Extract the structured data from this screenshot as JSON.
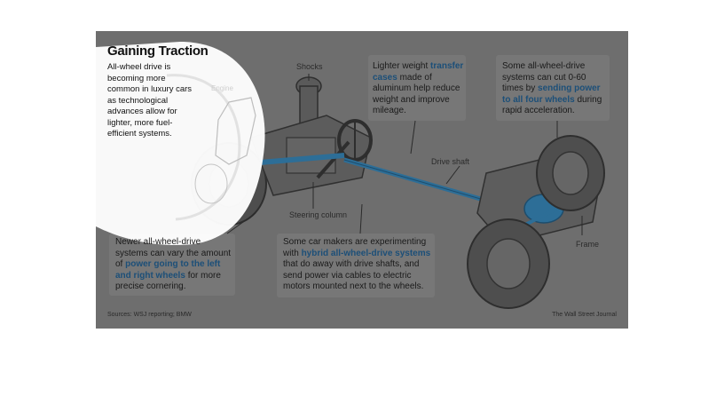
{
  "title": "Gaining Traction",
  "intro": "All-wheel drive is becoming more common in luxury cars as technological advances allow for lighter, more fuel-efficient systems.",
  "labels": {
    "shocks": "Shocks",
    "engine": "Engine",
    "steering_column": "Steering column",
    "drive_shaft": "Drive shaft",
    "frame": "Frame"
  },
  "callouts": {
    "transfer": {
      "pre": "Lighter weight",
      "hl": "transfer cases",
      "post": "made of aluminum help reduce weight and improve mileage."
    },
    "sixty": {
      "pre": "Some all-wheel-drive systems can cut 0-60 times by",
      "hl": "sending power to all four wheels",
      "post": "during rapid acceleration."
    },
    "leftright": {
      "pre": "Newer all-wheel-drive systems can vary the amount of",
      "hl": "power going to the left and right wheels",
      "post": "for more precise cornering."
    },
    "hybrid": {
      "pre": "Some car makers are experimenting with",
      "hl": "hybrid all-wheel-drive systems",
      "post": "that do away with drive shafts, and send power via cables to electric motors mounted next to the wheels."
    }
  },
  "sources": "Sources: WSJ reporting; BMW",
  "credit": "The Wall Street Journal",
  "colors": {
    "panel": "#6e6e6e",
    "highlight": "#1c4f78",
    "driveline": "#2d6e97"
  }
}
